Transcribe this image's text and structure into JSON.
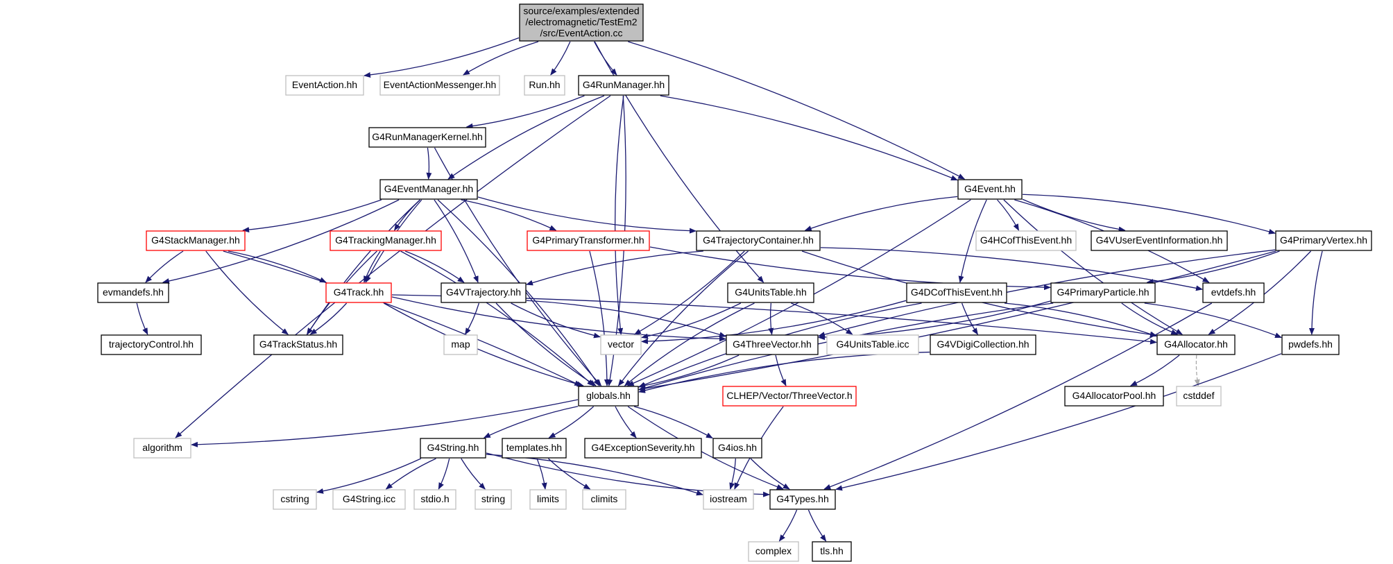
{
  "colors": {
    "edge": "#191970",
    "edge_dashed": "#a9a9a9",
    "border_default": "#000000",
    "border_missing": "#bfbfbf",
    "border_truncated": "#ff0000",
    "fill_root": "#bfbfbf",
    "fill_default": "#ffffff"
  },
  "nodes": [
    {
      "id": "root",
      "lines": [
        "source/examples/extended",
        "/electromagnetic/TestEm2",
        "/src/EventAction.cc"
      ],
      "kind": "root"
    },
    {
      "id": "ea",
      "lines": [
        "EventAction.hh"
      ],
      "kind": "missing"
    },
    {
      "id": "eam",
      "lines": [
        "EventActionMessenger.hh"
      ],
      "kind": "missing"
    },
    {
      "id": "run",
      "lines": [
        "Run.hh"
      ],
      "kind": "missing"
    },
    {
      "id": "g4rm",
      "lines": [
        "G4RunManager.hh"
      ],
      "kind": "default"
    },
    {
      "id": "g4rmk",
      "lines": [
        "G4RunManagerKernel.hh"
      ],
      "kind": "default"
    },
    {
      "id": "g4em",
      "lines": [
        "G4EventManager.hh"
      ],
      "kind": "default"
    },
    {
      "id": "g4ev",
      "lines": [
        "G4Event.hh"
      ],
      "kind": "default"
    },
    {
      "id": "g4sm",
      "lines": [
        "G4StackManager.hh"
      ],
      "kind": "truncated"
    },
    {
      "id": "g4tm",
      "lines": [
        "G4TrackingManager.hh"
      ],
      "kind": "truncated"
    },
    {
      "id": "g4pt",
      "lines": [
        "G4PrimaryTransformer.hh"
      ],
      "kind": "truncated"
    },
    {
      "id": "g4tc",
      "lines": [
        "G4TrajectoryContainer.hh"
      ],
      "kind": "default"
    },
    {
      "id": "g4hc",
      "lines": [
        "G4HCofThisEvent.hh"
      ],
      "kind": "missing"
    },
    {
      "id": "g4vuei",
      "lines": [
        "G4VUserEventInformation.hh"
      ],
      "kind": "default"
    },
    {
      "id": "g4pv",
      "lines": [
        "G4PrimaryVertex.hh"
      ],
      "kind": "default"
    },
    {
      "id": "evmandefs",
      "lines": [
        "evmandefs.hh"
      ],
      "kind": "default"
    },
    {
      "id": "g4track",
      "lines": [
        "G4Track.hh"
      ],
      "kind": "truncated"
    },
    {
      "id": "g4vtraj",
      "lines": [
        "G4VTrajectory.hh"
      ],
      "kind": "default"
    },
    {
      "id": "g4ut",
      "lines": [
        "G4UnitsTable.hh"
      ],
      "kind": "default"
    },
    {
      "id": "g4dc",
      "lines": [
        "G4DCofThisEvent.hh"
      ],
      "kind": "default"
    },
    {
      "id": "g4pp",
      "lines": [
        "G4PrimaryParticle.hh"
      ],
      "kind": "default"
    },
    {
      "id": "evtdefs",
      "lines": [
        "evtdefs.hh"
      ],
      "kind": "default"
    },
    {
      "id": "trajctrl",
      "lines": [
        "trajectoryControl.hh"
      ],
      "kind": "default"
    },
    {
      "id": "g4ts",
      "lines": [
        "G4TrackStatus.hh"
      ],
      "kind": "default"
    },
    {
      "id": "map",
      "lines": [
        "map"
      ],
      "kind": "missing"
    },
    {
      "id": "vector",
      "lines": [
        "vector"
      ],
      "kind": "missing"
    },
    {
      "id": "g4tv",
      "lines": [
        "G4ThreeVector.hh"
      ],
      "kind": "default"
    },
    {
      "id": "g4uticc",
      "lines": [
        "G4UnitsTable.icc"
      ],
      "kind": "missing"
    },
    {
      "id": "g4vdc",
      "lines": [
        "G4VDigiCollection.hh"
      ],
      "kind": "default"
    },
    {
      "id": "g4alloc",
      "lines": [
        "G4Allocator.hh"
      ],
      "kind": "default"
    },
    {
      "id": "pwdefs",
      "lines": [
        "pwdefs.hh"
      ],
      "kind": "default"
    },
    {
      "id": "globals",
      "lines": [
        "globals.hh"
      ],
      "kind": "default"
    },
    {
      "id": "clhep",
      "lines": [
        "CLHEP/Vector/ThreeVector.h"
      ],
      "kind": "truncated"
    },
    {
      "id": "g4ap",
      "lines": [
        "G4AllocatorPool.hh"
      ],
      "kind": "default"
    },
    {
      "id": "cstddef",
      "lines": [
        "cstddef"
      ],
      "kind": "missing"
    },
    {
      "id": "algorithm",
      "lines": [
        "algorithm"
      ],
      "kind": "missing"
    },
    {
      "id": "g4str",
      "lines": [
        "G4String.hh"
      ],
      "kind": "default"
    },
    {
      "id": "templates",
      "lines": [
        "templates.hh"
      ],
      "kind": "default"
    },
    {
      "id": "g4exc",
      "lines": [
        "G4ExceptionSeverity.hh"
      ],
      "kind": "default"
    },
    {
      "id": "g4ios",
      "lines": [
        "G4ios.hh"
      ],
      "kind": "default"
    },
    {
      "id": "cstring",
      "lines": [
        "cstring"
      ],
      "kind": "missing"
    },
    {
      "id": "g4stricc",
      "lines": [
        "G4String.icc"
      ],
      "kind": "missing"
    },
    {
      "id": "stdio",
      "lines": [
        "stdio.h"
      ],
      "kind": "missing"
    },
    {
      "id": "string",
      "lines": [
        "string"
      ],
      "kind": "missing"
    },
    {
      "id": "limits",
      "lines": [
        "limits"
      ],
      "kind": "missing"
    },
    {
      "id": "climits",
      "lines": [
        "climits"
      ],
      "kind": "missing"
    },
    {
      "id": "iostream",
      "lines": [
        "iostream"
      ],
      "kind": "missing"
    },
    {
      "id": "g4types",
      "lines": [
        "G4Types.hh"
      ],
      "kind": "default"
    },
    {
      "id": "complex",
      "lines": [
        "complex"
      ],
      "kind": "missing"
    },
    {
      "id": "tls",
      "lines": [
        "tls.hh"
      ],
      "kind": "default"
    }
  ],
  "edges": [
    {
      "from": "root",
      "to": "ea"
    },
    {
      "from": "root",
      "to": "eam"
    },
    {
      "from": "root",
      "to": "run"
    },
    {
      "from": "root",
      "to": "g4rm"
    },
    {
      "from": "root",
      "to": "g4ev"
    },
    {
      "from": "root",
      "to": "g4ut"
    },
    {
      "from": "g4rm",
      "to": "g4rmk"
    },
    {
      "from": "g4rm",
      "to": "g4em"
    },
    {
      "from": "g4rm",
      "to": "g4ev"
    },
    {
      "from": "g4rm",
      "to": "vector"
    },
    {
      "from": "g4rm",
      "to": "globals"
    },
    {
      "from": "g4rm",
      "to": "algorithm"
    },
    {
      "from": "g4rmk",
      "to": "g4em"
    },
    {
      "from": "g4rmk",
      "to": "globals"
    },
    {
      "from": "g4em",
      "to": "g4sm"
    },
    {
      "from": "g4em",
      "to": "g4tm"
    },
    {
      "from": "g4em",
      "to": "g4pt"
    },
    {
      "from": "g4em",
      "to": "g4tc"
    },
    {
      "from": "g4em",
      "to": "evmandefs"
    },
    {
      "from": "g4em",
      "to": "g4track"
    },
    {
      "from": "g4em",
      "to": "g4vtraj"
    },
    {
      "from": "g4em",
      "to": "g4ts"
    },
    {
      "from": "g4em",
      "to": "globals"
    },
    {
      "from": "g4ev",
      "to": "g4tc"
    },
    {
      "from": "g4ev",
      "to": "g4hc"
    },
    {
      "from": "g4ev",
      "to": "g4vuei"
    },
    {
      "from": "g4ev",
      "to": "g4pv"
    },
    {
      "from": "g4ev",
      "to": "g4dc"
    },
    {
      "from": "g4ev",
      "to": "evtdefs"
    },
    {
      "from": "g4ev",
      "to": "g4alloc"
    },
    {
      "from": "g4ev",
      "to": "globals"
    },
    {
      "from": "g4sm",
      "to": "evmandefs"
    },
    {
      "from": "g4sm",
      "to": "g4track"
    },
    {
      "from": "g4sm",
      "to": "g4ts"
    },
    {
      "from": "g4sm",
      "to": "globals"
    },
    {
      "from": "g4tm",
      "to": "g4track"
    },
    {
      "from": "g4tm",
      "to": "g4vtraj"
    },
    {
      "from": "g4tm",
      "to": "g4ts"
    },
    {
      "from": "g4tm",
      "to": "globals"
    },
    {
      "from": "g4pt",
      "to": "g4pp"
    },
    {
      "from": "g4pt",
      "to": "globals"
    },
    {
      "from": "g4tc",
      "to": "g4vtraj"
    },
    {
      "from": "g4tc",
      "to": "vector"
    },
    {
      "from": "g4tc",
      "to": "g4alloc"
    },
    {
      "from": "g4tc",
      "to": "evtdefs"
    },
    {
      "from": "g4tc",
      "to": "globals"
    },
    {
      "from": "g4pv",
      "to": "g4pp"
    },
    {
      "from": "g4pv",
      "to": "g4tv"
    },
    {
      "from": "g4pv",
      "to": "g4alloc"
    },
    {
      "from": "g4pv",
      "to": "pwdefs"
    },
    {
      "from": "g4pv",
      "to": "globals"
    },
    {
      "from": "evmandefs",
      "to": "trajctrl"
    },
    {
      "from": "g4track",
      "to": "g4ts"
    },
    {
      "from": "g4track",
      "to": "g4tv"
    },
    {
      "from": "g4track",
      "to": "g4alloc"
    },
    {
      "from": "g4track",
      "to": "globals"
    },
    {
      "from": "g4vtraj",
      "to": "map"
    },
    {
      "from": "g4vtraj",
      "to": "vector"
    },
    {
      "from": "g4vtraj",
      "to": "g4tv"
    },
    {
      "from": "g4vtraj",
      "to": "globals"
    },
    {
      "from": "g4ut",
      "to": "vector"
    },
    {
      "from": "g4ut",
      "to": "g4tv"
    },
    {
      "from": "g4ut",
      "to": "g4uticc"
    },
    {
      "from": "g4ut",
      "to": "globals"
    },
    {
      "from": "g4dc",
      "to": "vector"
    },
    {
      "from": "g4dc",
      "to": "g4vdc"
    },
    {
      "from": "g4dc",
      "to": "g4alloc"
    },
    {
      "from": "g4dc",
      "to": "globals"
    },
    {
      "from": "g4pp",
      "to": "g4tv"
    },
    {
      "from": "g4pp",
      "to": "g4alloc"
    },
    {
      "from": "g4pp",
      "to": "pwdefs"
    },
    {
      "from": "g4pp",
      "to": "globals"
    },
    {
      "from": "evtdefs",
      "to": "g4types"
    },
    {
      "from": "g4tv",
      "to": "clhep"
    },
    {
      "from": "g4tv",
      "to": "globals"
    },
    {
      "from": "g4vdc",
      "to": "globals"
    },
    {
      "from": "g4alloc",
      "to": "g4ap"
    },
    {
      "from": "g4alloc",
      "to": "cstddef",
      "style": "dashed"
    },
    {
      "from": "pwdefs",
      "to": "g4types"
    },
    {
      "from": "clhep",
      "to": "iostream"
    },
    {
      "from": "globals",
      "to": "algorithm"
    },
    {
      "from": "globals",
      "to": "g4str"
    },
    {
      "from": "globals",
      "to": "templates"
    },
    {
      "from": "globals",
      "to": "g4exc"
    },
    {
      "from": "globals",
      "to": "g4ios"
    },
    {
      "from": "globals",
      "to": "g4types"
    },
    {
      "from": "g4str",
      "to": "cstring"
    },
    {
      "from": "g4str",
      "to": "g4stricc"
    },
    {
      "from": "g4str",
      "to": "stdio"
    },
    {
      "from": "g4str",
      "to": "string"
    },
    {
      "from": "g4str",
      "to": "iostream"
    },
    {
      "from": "g4str",
      "to": "g4types"
    },
    {
      "from": "templates",
      "to": "limits"
    },
    {
      "from": "templates",
      "to": "climits"
    },
    {
      "from": "g4ios",
      "to": "iostream"
    },
    {
      "from": "g4ios",
      "to": "g4types"
    },
    {
      "from": "g4types",
      "to": "complex"
    },
    {
      "from": "g4types",
      "to": "tls"
    }
  ]
}
